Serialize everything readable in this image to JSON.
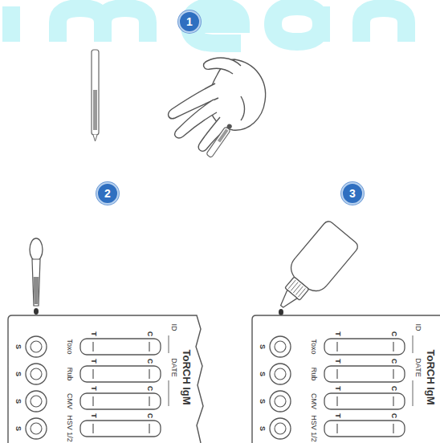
{
  "diagram": {
    "nodes": [
      {
        "text": [
          "1"
        ]
      },
      {
        "text": [
          "2"
        ]
      },
      {
        "text": [
          "3"
        ]
      }
    ],
    "labels": [
      "ToRCH IgM",
      "ID",
      "DATE",
      "Toxo",
      "T",
      "C",
      "S",
      "Rub",
      "T",
      "C",
      "S",
      "CMV",
      "T",
      "C",
      "S",
      "HSV 1/2",
      "T",
      "C",
      "S",
      "ToRCH IgM",
      "ID",
      "DATE",
      "Toxo",
      "T",
      "C",
      "S",
      "Rub",
      "T",
      "C",
      "S",
      "CMV",
      "T",
      "C",
      "S",
      "HSV 1/2",
      "T",
      "C",
      "S"
    ]
  }
}
